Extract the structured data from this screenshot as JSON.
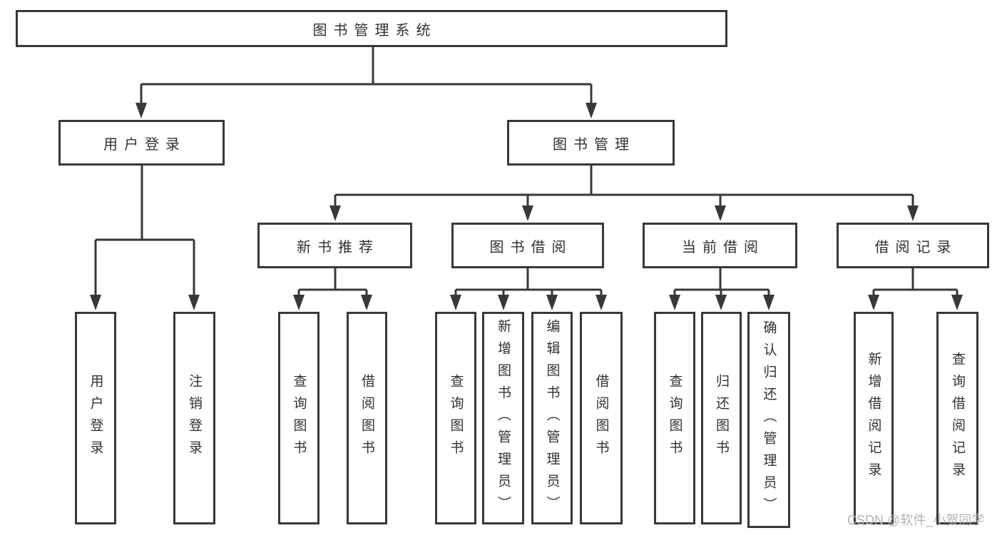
{
  "diagram": {
    "title": "图书管理系统",
    "branches": [
      {
        "label": "用户登录",
        "children": [
          {
            "label": "用户登录"
          },
          {
            "label": "注销登录"
          }
        ]
      },
      {
        "label": "图书管理",
        "children": [
          {
            "label": "新书推荐",
            "children": [
              {
                "label": "查询图书"
              },
              {
                "label": "借阅图书"
              }
            ]
          },
          {
            "label": "图书借阅",
            "children": [
              {
                "label": "查询图书"
              },
              {
                "label": "新增图书（管理员）"
              },
              {
                "label": "编辑图书（管理员）"
              },
              {
                "label": "借阅图书"
              }
            ]
          },
          {
            "label": "当前借阅",
            "children": [
              {
                "label": "查询图书"
              },
              {
                "label": "归还图书"
              },
              {
                "label": "确认归还（管理员）"
              }
            ]
          },
          {
            "label": "借阅记录",
            "children": [
              {
                "label": "新增借阅记录"
              },
              {
                "label": "查询借阅记录"
              }
            ]
          }
        ]
      }
    ]
  },
  "watermark": {
    "text": "CSDN @软件_小贺同学"
  },
  "colors": {
    "line": "#383838",
    "box_border": "#383838",
    "text": "#313131",
    "watermark": "#b3b3b3",
    "background": "#ffffff"
  }
}
